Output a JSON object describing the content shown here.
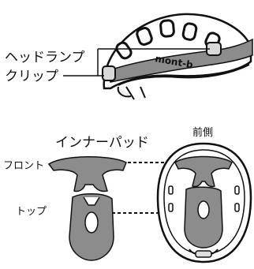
{
  "headlamp_label_line1": "ヘッドランプ",
  "headlamp_label_line2": "クリップ",
  "brand_text": "mont-b",
  "inner_pad_title": "インナーパッド",
  "front_side_label": "前側",
  "front_label": "フロント",
  "top_label": "トップ",
  "colors": {
    "pad_gray": "#8c8c8c",
    "line": "#111111",
    "background": "#ffffff"
  }
}
